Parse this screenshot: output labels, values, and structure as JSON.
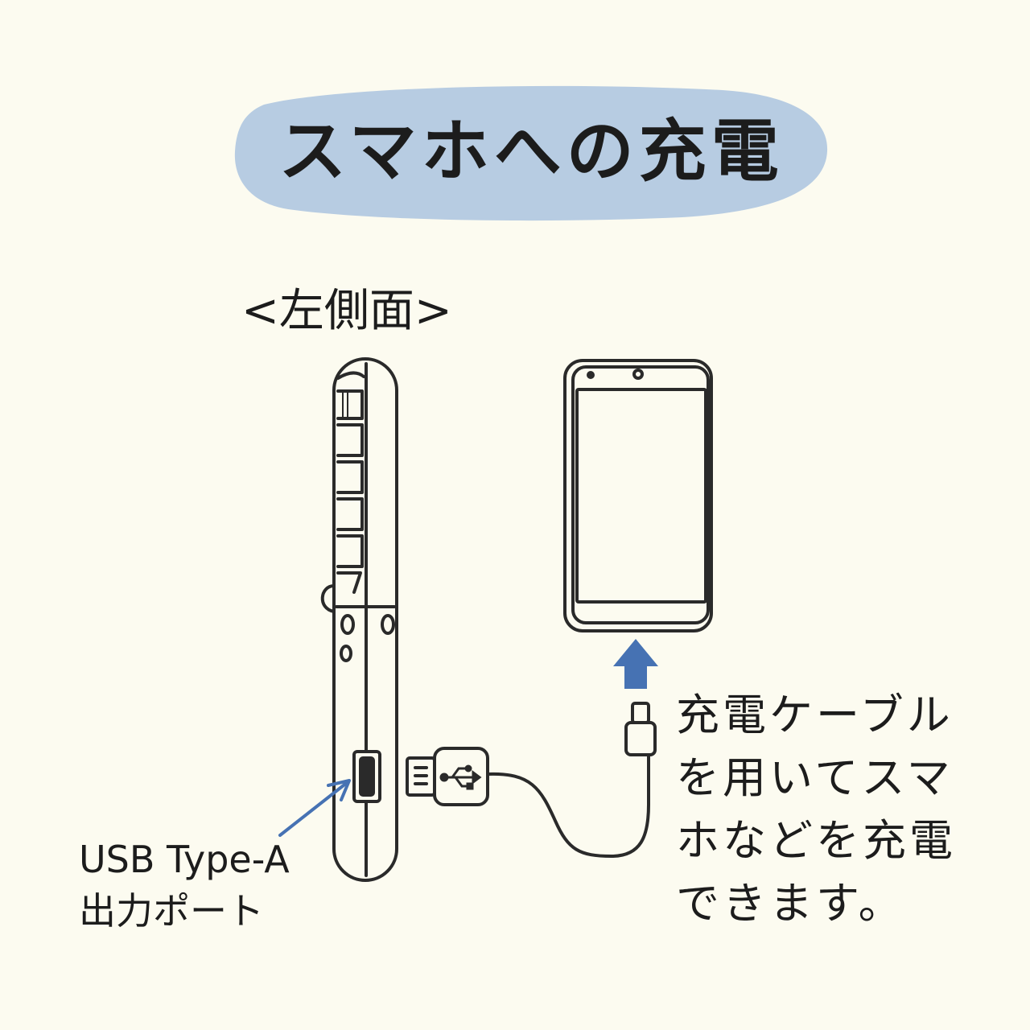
{
  "title": "スマホへの充電",
  "side_label": "<左側面>",
  "port_label": {
    "line1": "USB Type-A",
    "line2": "出力ポート"
  },
  "caption_lines": [
    "充電ケーブル",
    "を用いてスマ",
    "ホなどを充電",
    "できます。"
  ],
  "colors": {
    "background": "#fcfbf0",
    "title_blob": "#b7cce2",
    "arrow": "#4672b3",
    "line": "#2a2a2a"
  }
}
